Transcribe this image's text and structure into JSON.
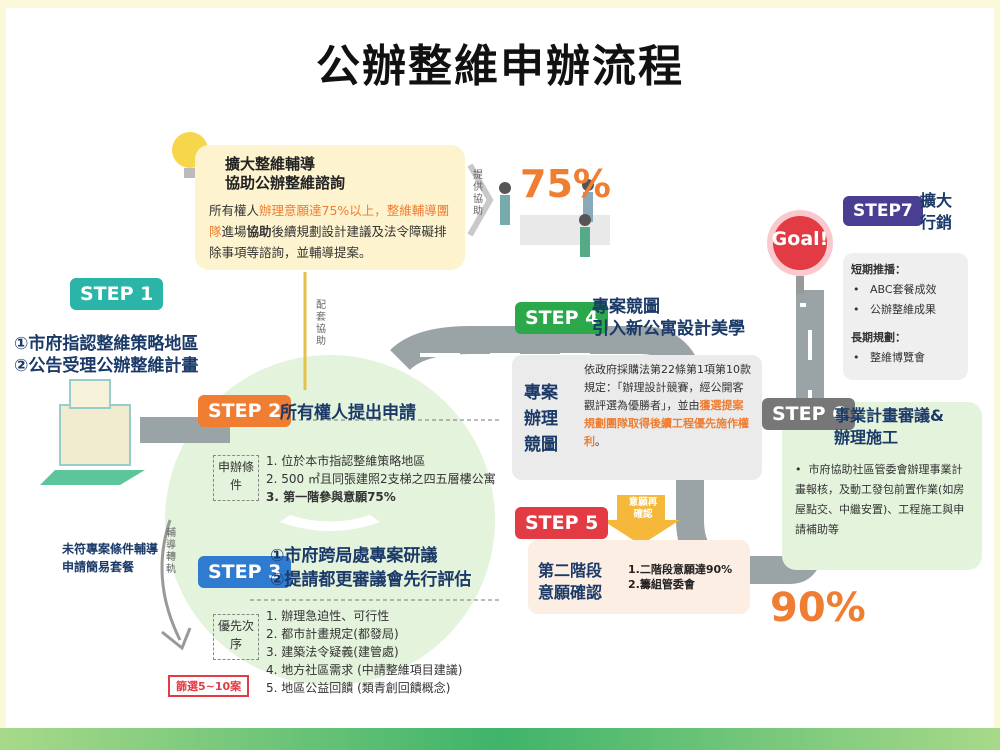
{
  "title": "公辦整維申辦流程",
  "consult": {
    "heading_line1": "擴大整維輔導",
    "heading_line2": "協助公辦整維諮詢",
    "body_part1": "所有權人",
    "body_part2": "辦理意願達75%以上，整維輔導團隊",
    "body_part3": "進場",
    "body_part4": "協助",
    "body_part5": "後續規劃設計建議及法令障礙排除事項等諮詢，並輔導提案。",
    "side_label": "提供協助",
    "percent": "75%",
    "support_label": "配套協助"
  },
  "step1": {
    "tag": "STEP 1",
    "line1": "①市府指認整維策略地區",
    "line2": "②公告受理公辦整維計畫"
  },
  "step2": {
    "tag": "STEP 2",
    "title": "所有權人提出申請",
    "cond_label": "申辦條件",
    "items": [
      "1. 位於本市指認整維策略地區",
      "2. 500 ㎡且同張建照2支梯之四五層樓公寓",
      "3. 第一階參與意願75%"
    ]
  },
  "step3": {
    "tag": "STEP 3",
    "line1": "①市府跨局處專案研議",
    "line2": "②提請都更審議會先行評估",
    "prio_label": "優先次序",
    "items": [
      "1. 辦理急迫性、可行性",
      "2. 都市計畫規定(都發局)",
      "3. 建築法令疑義(建管處)",
      "4. 地方社區需求 (中請整維項目建議)",
      "5. 地區公益回饋 (類青創回饋概念)"
    ],
    "filter": "篩選5~10案"
  },
  "fallback": {
    "text": "未符專案條件輔導申請簡易套餐",
    "arrow_label": "輔導轉軌"
  },
  "step4": {
    "tag": "STEP 4",
    "title_line1": "專案競圖",
    "title_line2": "引入新公寓設計美學",
    "box_label": "專案辦理競圖",
    "desc_part1": "依政府採購法第22條第1項第10款規定：「辦理設計競賽，經公開客觀評選為優勝者」，並由",
    "desc_part2": "獲選提案規劃團隊取得後續工程優先施作權利",
    "desc_part3": "。",
    "confirm": "意願再確認"
  },
  "step5": {
    "tag": "STEP 5",
    "title": "第二階段意願確認",
    "items": [
      "1.二階段意願達90%",
      "2.籌組管委會"
    ],
    "percent": "90%"
  },
  "step6": {
    "tag": "STEP 6",
    "title_line1": "事業計畫審議&",
    "title_line2": "辦理施工",
    "item": "市府協助社區管委會辦理事業計畫報核，及動工發包前置作業(如房屋點交、中繼安置)、工程施工與申請補助等"
  },
  "step7": {
    "tag": "STEP7",
    "title_line1": "擴大",
    "title_line2": "行銷",
    "goal": "Goal!",
    "short_label": "短期推播：",
    "short_items": [
      "ABC套餐成效",
      "公辦整維成果"
    ],
    "long_label": "長期規劃：",
    "long_items": [
      "整維博覽會"
    ]
  },
  "colors": {
    "step1": "#2bb5a8",
    "step2": "#ef7d32",
    "step3": "#2f7bd0",
    "step4": "#2aa84a",
    "step5": "#e23b44",
    "step6": "#777777",
    "step7": "#4a3e92",
    "highlight": "#ef7d32",
    "percent": "#ef7d32"
  }
}
